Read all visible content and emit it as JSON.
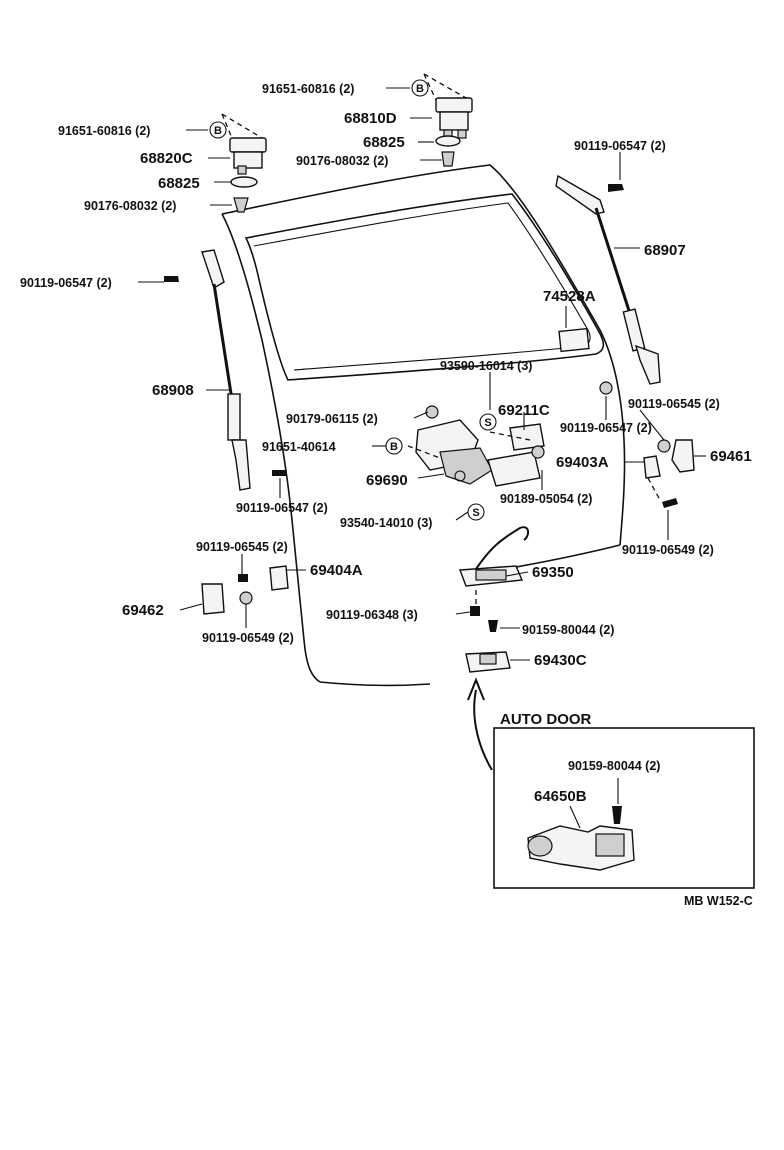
{
  "labels": {
    "p91651_60816_top": "91651-60816 (2)",
    "p68810D": "68810D",
    "p68825_top": "68825",
    "p90176_08032_top": "90176-08032 (2)",
    "p91651_60816_left": "91651-60816 (2)",
    "p68820C": "68820C",
    "p68825_left": "68825",
    "p90176_08032_left": "90176-08032 (2)",
    "p90119_06547_tr": "90119-06547 (2)",
    "p68907": "68907",
    "p90119_06547_l": "90119-06547 (2)",
    "p74528A": "74528A",
    "p93590_16014": "93590-16014 (3)",
    "p68908": "68908",
    "p90179_06115": "90179-06115 (2)",
    "p69211C": "69211C",
    "p90119_06545_r": "90119-06545 (2)",
    "p90119_06547_mr": "90119-06547 (2)",
    "p91651_40614": "91651-40614",
    "p69403A": "69403A",
    "p69461": "69461",
    "p69690": "69690",
    "p90189_05054": "90189-05054 (2)",
    "p90119_06547_bl": "90119-06547 (2)",
    "p93540_14010": "93540-14010 (3)",
    "p90119_06549_r": "90119-06549 (2)",
    "p90119_06545_l": "90119-06545 (2)",
    "p69404A": "69404A",
    "p69350": "69350",
    "p69462": "69462",
    "p90119_06348": "90119-06348 (3)",
    "p90159_80044": "90159-80044 (2)",
    "p90119_06549_l": "90119-06549 (2)",
    "p69430C": "69430C",
    "auto_door_title": "AUTO DOOR",
    "p90159_80044_box": "90159-80044 (2)",
    "p64650B": "64650B",
    "diagram_code": "MB W152-C"
  },
  "markers": {
    "b": "B",
    "s": "S"
  }
}
